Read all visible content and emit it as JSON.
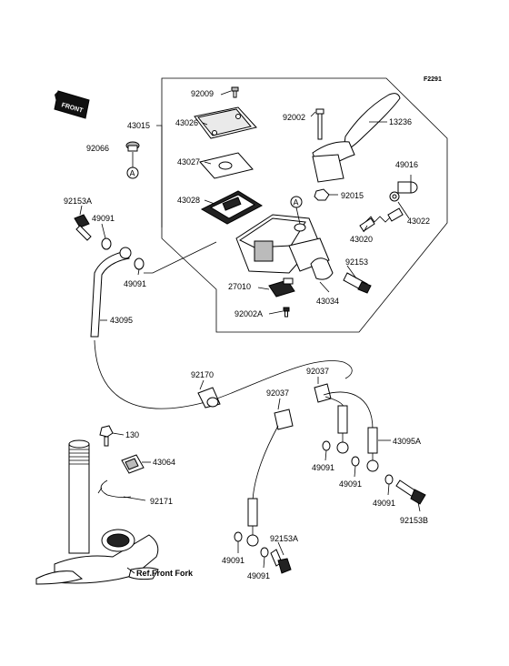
{
  "figure_code": "F2291",
  "front_stamp": "FRONT",
  "reference_label": "Ref.Front Fork",
  "callout_letter": "A",
  "parts": {
    "p92009": "92009",
    "p43026": "43026",
    "p92002": "92002",
    "p13236": "13236",
    "p43015": "43015",
    "p92066": "92066",
    "p43027": "43027",
    "p49016": "49016",
    "p43028": "43028",
    "p92015": "92015",
    "p43022": "43022",
    "p92153A_top": "92153A",
    "p49091_a": "49091",
    "p43020": "43020",
    "p49091_b": "49091",
    "p92153": "92153",
    "p27010": "27010",
    "p43034": "43034",
    "p92002A": "92002A",
    "p43095": "43095",
    "p92170": "92170",
    "p92037_a": "92037",
    "p92037_b": "92037",
    "p130": "130",
    "p43064": "43064",
    "p43095A": "43095A",
    "p49091_c": "49091",
    "p49091_d": "49091",
    "p92171": "92171",
    "p49091_e": "49091",
    "p92153B": "92153B",
    "p92153A_bot": "92153A",
    "p49091_f": "49091",
    "p49091_g": "49091"
  }
}
